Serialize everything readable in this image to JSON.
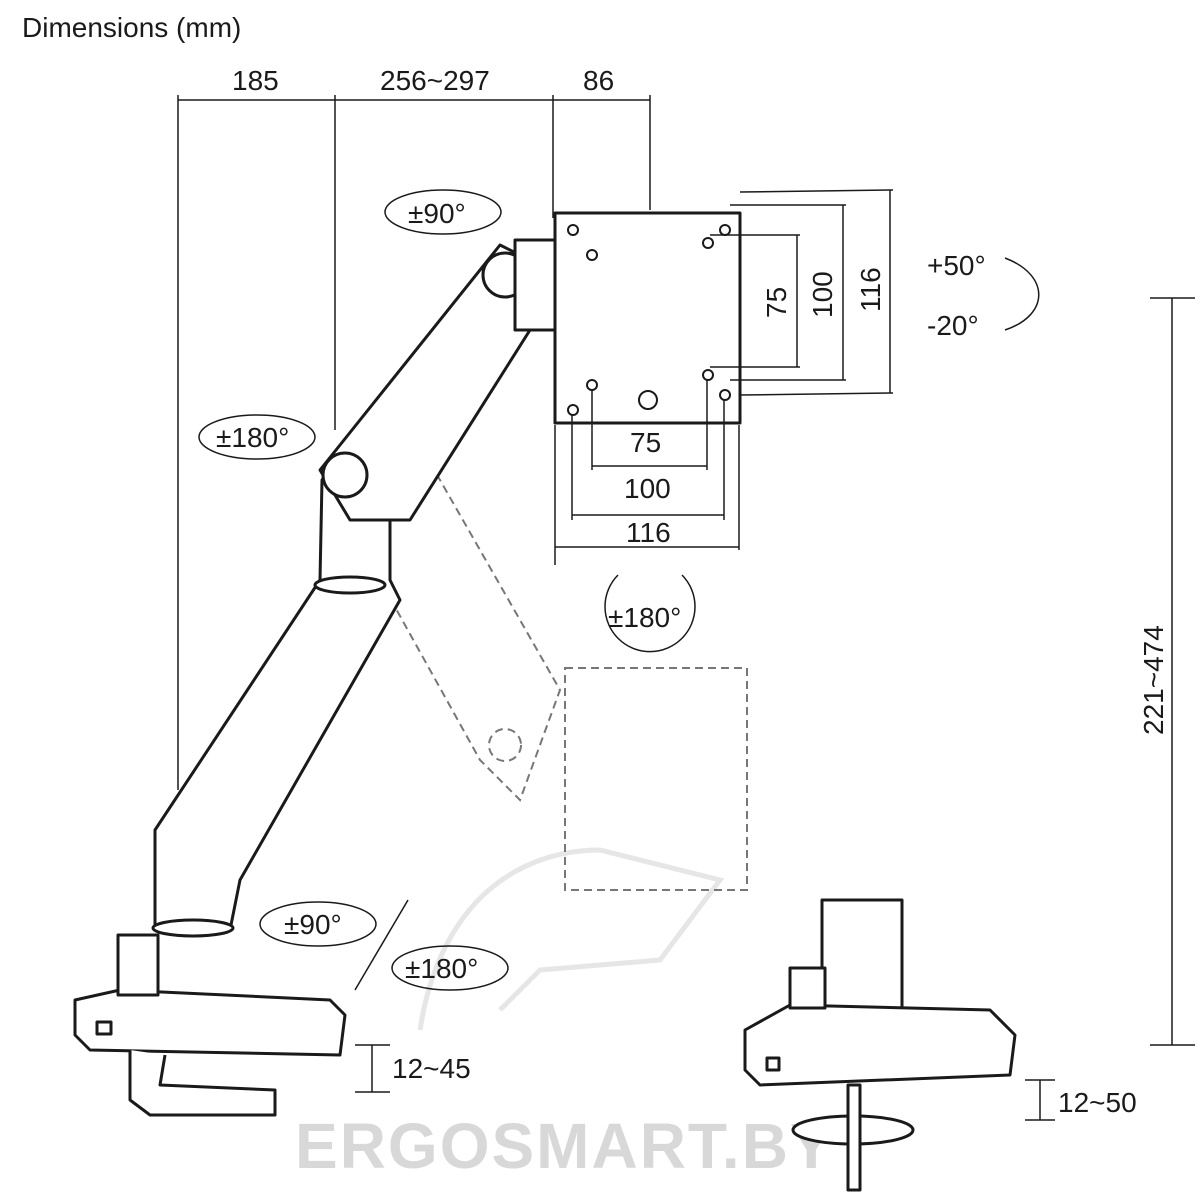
{
  "title": "Dimensions (mm)",
  "top_dimensions": {
    "d1": "185",
    "d2": "256~297",
    "d3": "86"
  },
  "rotations": {
    "arm_top": "±90°",
    "arm_mid": "±180°",
    "tilt_up": "+50°",
    "tilt_down": "-20°",
    "plate_rotate": "±180°",
    "base_arm": "±90°",
    "base_pole": "±180°"
  },
  "vesa_vertical": {
    "v75": "75",
    "v100": "100",
    "v116": "116"
  },
  "vesa_horizontal": {
    "h75": "75",
    "h100": "100",
    "h116": "116"
  },
  "height_range": "221~474",
  "clamp_range": "12~45",
  "grommet_range": "12~50",
  "watermark": "ERGOSMART.BY"
}
